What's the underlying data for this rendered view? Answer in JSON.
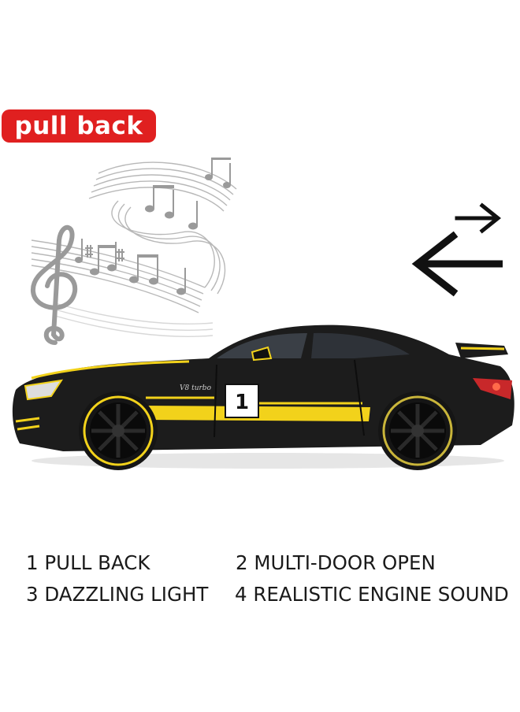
{
  "badge": {
    "label": "pull back",
    "color": "#e02020"
  },
  "icons": {
    "music": "music-notes-icon",
    "arrows": "pull-back-arrows-icon",
    "car": "toy-race-car-image"
  },
  "car_decal": {
    "number": "1",
    "badge_text": "V8 turbo"
  },
  "features": [
    {
      "label": "1 PULL BACK"
    },
    {
      "label": "2  MULTI-DOOR OPEN"
    },
    {
      "label": "3 DAZZLING LIGHT"
    },
    {
      "label": "4 REALISTIC ENGINE SOUND"
    }
  ],
  "colors": {
    "accent_yellow": "#f2d21b",
    "car_body": "#1c1c1c"
  }
}
